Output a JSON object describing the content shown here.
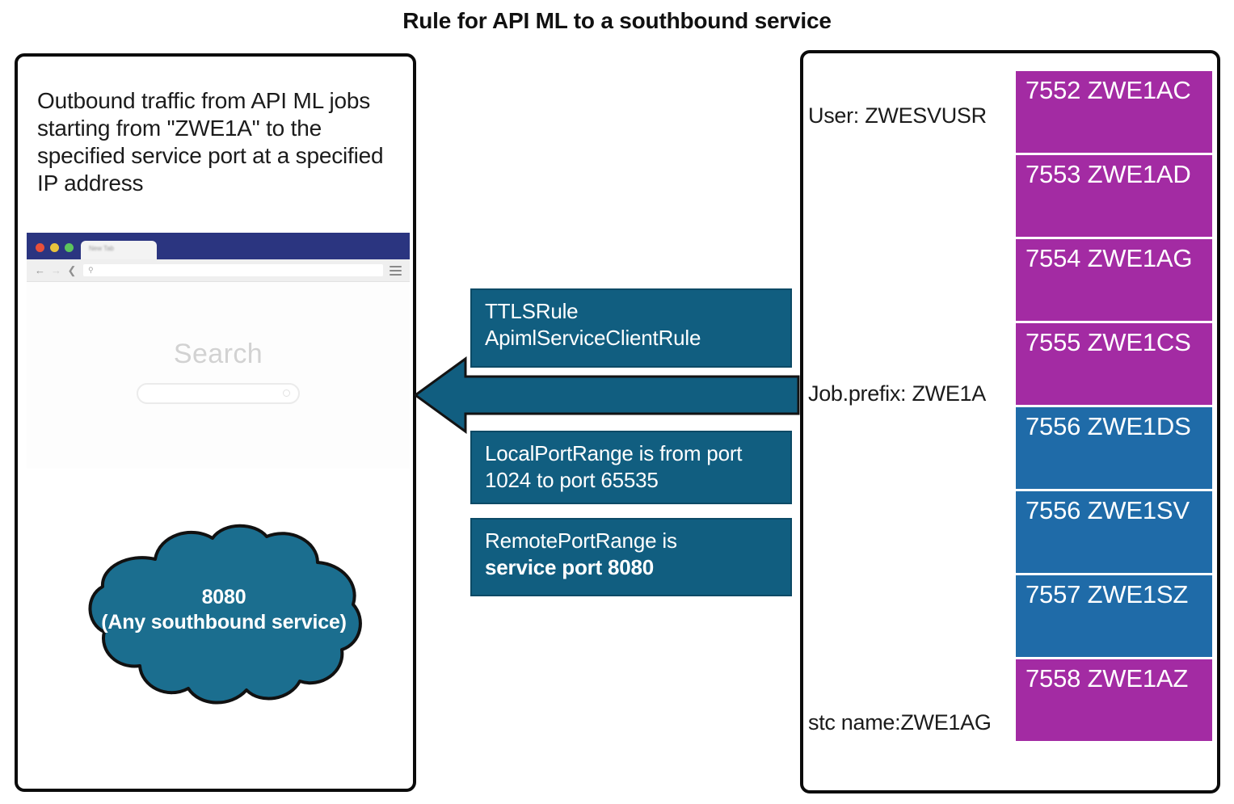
{
  "title": "Rule for API ML to a southbound service",
  "left_panel": {
    "description": "Outbound traffic from API ML jobs starting from \"ZWE1A\" to the specified service port at a specified IP address",
    "browser": {
      "tab_title": "New Tab",
      "url_placeholder": "",
      "search_label": "Search",
      "icons": {
        "back": "←",
        "forward": "→",
        "reload": "⟲",
        "search": "⚲",
        "menu": "hamburger-icon"
      }
    },
    "cloud": {
      "line1": "8080",
      "line2": "(Any southbound service)",
      "fill": "#1b6e8f"
    }
  },
  "center": {
    "arrow_direction": "left",
    "arrow_color": "#115E80",
    "rules": [
      {
        "line1": "TTLSRule",
        "line2": "ApimlServiceClientRule",
        "line2_bold": false
      },
      {
        "line1": "LocalPortRange is from port",
        "line2": "1024 to port 65535",
        "line2_bold": false
      },
      {
        "line1": "RemotePortRange is",
        "line2": "service port 8080",
        "line2_bold": true
      }
    ]
  },
  "right_panel": {
    "labels": {
      "user": "User: ZWESVUSR",
      "job_prefix": "Job.prefix: ZWE1A",
      "stc_name": "stc name:ZWE1AG"
    },
    "colors": {
      "purple": "#A32BA3",
      "blue": "#1F6BA8"
    },
    "ports": [
      {
        "port": "7552",
        "name": "ZWE1AC",
        "label": "7552 ZWE1AC",
        "color": "purple"
      },
      {
        "port": "7553",
        "name": "ZWE1AD",
        "label": "7553 ZWE1AD",
        "color": "purple"
      },
      {
        "port": "7554",
        "name": "ZWE1AG",
        "label": "7554 ZWE1AG",
        "color": "purple"
      },
      {
        "port": "7555",
        "name": "ZWE1CS",
        "label": "7555 ZWE1CS",
        "color": "purple"
      },
      {
        "port": "7556",
        "name": "ZWE1DS",
        "label": "7556 ZWE1DS",
        "color": "blue"
      },
      {
        "port": "7556",
        "name": "ZWE1SV",
        "label": "7556 ZWE1SV",
        "color": "blue"
      },
      {
        "port": "7557",
        "name": "ZWE1SZ",
        "label": "7557 ZWE1SZ",
        "color": "blue"
      },
      {
        "port": "7558",
        "name": "ZWE1AZ",
        "label": "7558 ZWE1AZ",
        "color": "purple"
      }
    ]
  }
}
